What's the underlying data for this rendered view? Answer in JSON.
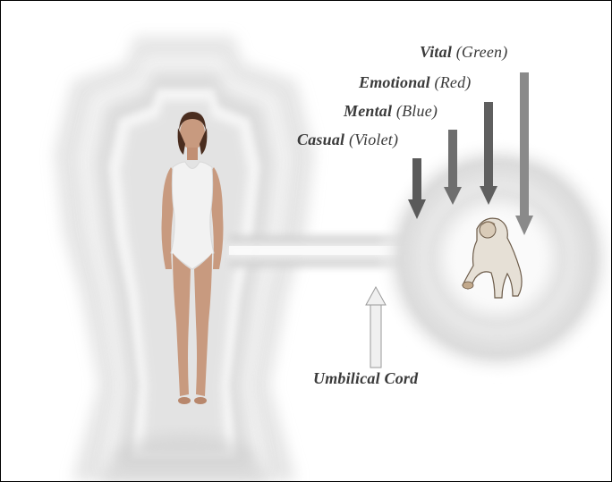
{
  "labels": {
    "vital": {
      "name": "Vital",
      "color": "(Green)"
    },
    "emotional": {
      "name": "Emotional",
      "color": "(Red)"
    },
    "mental": {
      "name": "Mental",
      "color": "(Blue)"
    },
    "casual": {
      "name": "Casual",
      "color": "(Violet)"
    },
    "umbilical": "Umbilical Cord"
  },
  "colors": {
    "text": "#3a3a3a",
    "arrow_dark": "#5a5a5a",
    "arrow_mid": "#6e6e6e",
    "arrow_light": "#8a8a8a",
    "arrow_cord": "#e8e8e8",
    "aura": "#bdbdbd"
  },
  "icons": {
    "person": "standing-woman-figure",
    "elder": "crouching-elder-figure"
  }
}
